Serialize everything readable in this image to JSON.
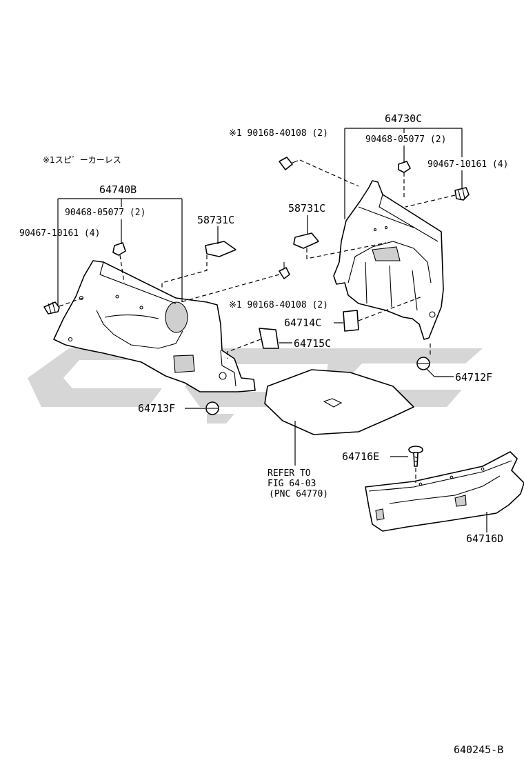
{
  "diagram": {
    "note": "※1スピ゛ーカーレス",
    "page_code": "640245-B",
    "watermark_color": "#d6d6d6",
    "line_color": "#000000",
    "refer_note": {
      "line1": "REFER TO",
      "line2": "FIG 64-03",
      "line3": "(PNC 64770)"
    },
    "labels": {
      "p64740B": "64740B",
      "p90468_left": "90468-05077 (2)",
      "p90467_left": "90467-10161 (4)",
      "p58731C_left": "58731C",
      "p64730C": "64730C",
      "p90168_top": "※1 90168-40108 (2)",
      "p90468_right": "90468-05077 (2)",
      "p90467_right": "90467-10161 (4)",
      "p58731C_right": "58731C",
      "p90168_mid": "※1 90168-40108 (2)",
      "p64714C": "64714C",
      "p64715C": "64715C",
      "p64712F": "64712F",
      "p64713F": "64713F",
      "p64716E": "64716E",
      "p64716D": "64716D"
    }
  }
}
